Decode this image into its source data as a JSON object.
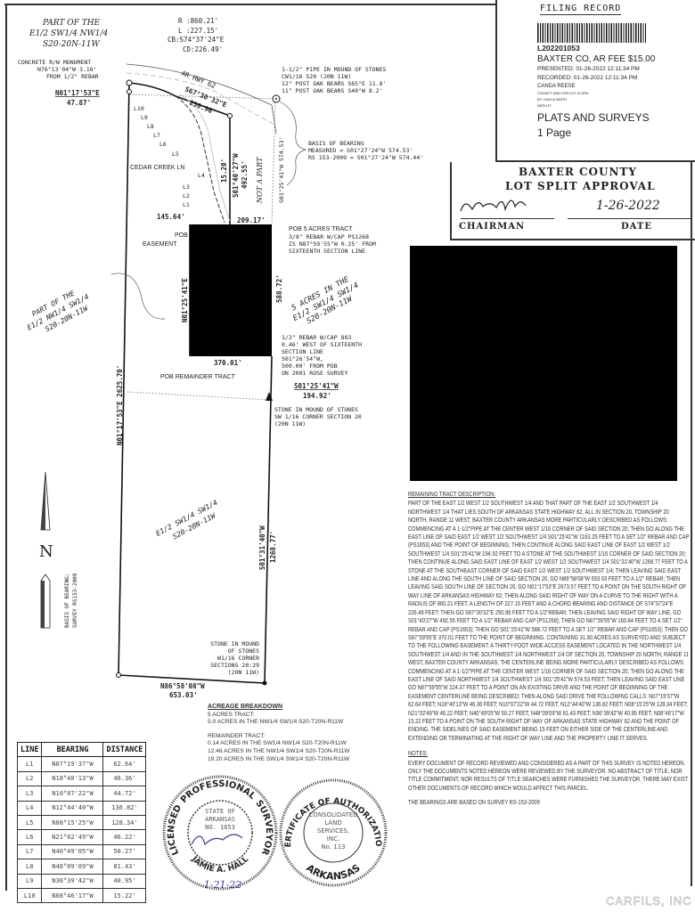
{
  "filing_record": {
    "title": "FILING RECORD",
    "doc_number": "L202201053",
    "fee": "BAXTER CO, AR FEE $15.00",
    "presented": "PRESENTED: 01-26-2022 12:11:34 PM",
    "recorded": "RECORDED: 01-26-2022 12:11:34 PM",
    "clerk": "CANDA REESE",
    "clerk_title": "COUNTY AND CIRCUIT CLERK",
    "by": "BY: KAYLA SMITH",
    "deputy": "DEPUTY",
    "type": "PLATS AND SURVEYS",
    "pages": "1 Page"
  },
  "approval": {
    "line1": "BAXTER COUNTY",
    "line2": "LOT SPLIT APPROVAL",
    "signed_date": "1-26-2022",
    "chairman_label": "CHAIRMAN",
    "date_label": "DATE"
  },
  "plat": {
    "part_of_nw": [
      "PART OF THE",
      "E1/2 SW1/4 NW1/4",
      "S20-20N-11W"
    ],
    "curve": [
      "R :860.21'",
      "L :227.15'",
      "CB:S74°37'24\"E",
      "CD:226.49'"
    ],
    "monument": [
      "CONCRETE R/W MONUMENT",
      "N76°13'04\"W 3.16'",
      "FROM 1/2\" REBAR"
    ],
    "north_bearing": "N01°17'53\"E",
    "north_dist": "47.87'",
    "hwy": "AR HWY 62",
    "hwy_bearing": "S67°30'32\"E",
    "hwy_dist": "250.96'",
    "line_labels": [
      "L10",
      "L9",
      "L8",
      "L7",
      "L6",
      "L5",
      "L4",
      "L3",
      "L2",
      "L1"
    ],
    "cedar": "CEDAR CREEK LN",
    "easement_dist": "15.20'",
    "east_bearing": "S01°40'27\"W",
    "east_dist": "492.55'",
    "not_part": "NOT A PART",
    "pipe": [
      "1-1/2\" PIPE IN MOUND OF STONES",
      "CW1/16 S20 (20N 11W)",
      "12\" POST OAK BEARS S65°E 11.8'",
      "11\" POST OAK BEARS S40°W 8.2'"
    ],
    "s01_574": "S01°25'41\"W 574.53'",
    "basis": [
      "BASIS OF BEARING",
      "MEASURED = S01°27'24\"W 574.53'",
      "RS 153-2009 = S01°27'24\"W 574.44'"
    ],
    "d145": "145.64'",
    "d209": "209.17'",
    "pob5": [
      "POB 5 ACRES TRACT",
      "3/8\" REBAR W/CAP PS1268",
      "IS N87°59'55\"W 0.25' FROM",
      "SIXTEENTH SECTION LINE"
    ],
    "pob_easement": [
      "POB",
      "EASEMENT"
    ],
    "tract_west": "N01°25'41\"E",
    "tract_east": "588.72'",
    "five_acres": [
      "5 ACRES IN THE",
      "E1/2 SW1/4 SW1/4",
      "S20-20N-11W"
    ],
    "rebar883": [
      "1/2\" REBAR W/CAP 883",
      "0.46' WEST OF SIXTEENTH",
      "SECTION LINE",
      "S01°26'54\"W,",
      "500.00' FROM POB",
      "ON 2001 ROSE SURVEY"
    ],
    "d370": "370.01'",
    "pob_remainder": "POB REMAINDER TRACT",
    "s01_194_bearing": "S01°25'41\"W",
    "s01_194_dist": "194.92'",
    "stone_sw": [
      "STONE IN MOUND OF STONES",
      "SW 1/16 CORNER SECTION 20",
      "(20N 11W)"
    ],
    "part_of_nw2": [
      "PART OF THE",
      "E1/2 NW1/4 SW1/4",
      "S20-20N-11W"
    ],
    "west_line": "N01°17'53\"E 2625.70'",
    "e12_sw": [
      "E1/2 SW1/4 SW1/4",
      "S20-20N-11W"
    ],
    "s01_31_bearing": "S01°31'40\"W",
    "s01_31_dist": "1268.77'",
    "stone_w": [
      "STONE IN MOUND",
      "OF STONES",
      "W1/16 CORNER",
      "SECTIONS 20:29",
      "(20N 11W)"
    ],
    "south_bearing": "N86°58'08\"W",
    "south_dist": "653.03'",
    "north_arrow": "N",
    "basis_arrow": [
      "BASIS OF BEARING:",
      "SURVEY RS153-2009"
    ]
  },
  "line_table": {
    "headers": [
      "LINE",
      "BEARING",
      "DISTANCE"
    ],
    "rows": [
      [
        "L1",
        "N07°19'37\"W",
        "62.64'"
      ],
      [
        "L2",
        "N18°40'13\"W",
        "46.36'"
      ],
      [
        "L3",
        "N10°07'22\"W",
        "44.72'"
      ],
      [
        "L4",
        "N12°44'40\"W",
        "136.82'"
      ],
      [
        "L5",
        "N08°15'25\"W",
        "128.34'"
      ],
      [
        "L6",
        "N21°02'49\"W",
        "46.22'"
      ],
      [
        "L7",
        "N40°49'05\"W",
        "50.27'"
      ],
      [
        "L8",
        "N48°09'09\"W",
        "81.43'"
      ],
      [
        "L9",
        "N36°39'42\"W",
        "40.95'"
      ],
      [
        "L10",
        "N08°46'17\"W",
        "15.22'"
      ]
    ]
  },
  "acreage": {
    "title": "ACREAGE BREAKDOWN",
    "five_label": "5 ACRES TRACT:",
    "five_lines": [
      "5.0 ACRES IN THE NW1/4 SW1/4 S20-T20N-R11W"
    ],
    "rem_label": "REMAINDER TRACT:",
    "rem_lines": [
      "0.14 ACRES IN THE SW1/4 NW1/4 S20-T20N-R11W",
      "12.46 ACRES IN THE NW1/4 SW1/4 S20-T20N-R11W",
      "19.20 ACRES IN THE SW1/4 SW1/4 S20-T20N-R11W"
    ]
  },
  "seals": {
    "surveyor_ring_top": "PROFESSIONAL",
    "surveyor_ring_left": "LICENSED",
    "surveyor_ring_right": "SURVEYOR",
    "surveyor_inner": [
      "STATE OF",
      "ARKANSAS",
      "NO. 1653"
    ],
    "surveyor_name": "JAMIE A. HALL",
    "surveyor_date": "1-21-22",
    "auth_ring_top": "CERTIFICATE OF AUTHORIZATION",
    "auth_ring_bottom": "ARKANSAS",
    "auth_inner": [
      "CONSOLIDATED",
      "LAND",
      "SERVICES,",
      "INC.",
      "No. 113"
    ]
  },
  "description": {
    "title": "REMAINING TRACT DESCRIPTION:",
    "text": "PART OF THE EAST 1/2 WEST 1/2 SOUTHWEST 1/4 AND THAT PART OF THE EAST 1/2 SOUTHWEST 1/4 NORTHWEST 1/4 THAT LIES SOUTH OF ARKANSAS STATE HIGHWAY 62, ALL IN SECTION 20, TOWNSHIP 20 NORTH, RANGE 11 WEST, BAXTER COUNTY ARKANSAS MORE PARTICULARLY DESCRIBED AS FOLLOWS: COMMENCING AT A 1-1/2\"PIPE AT THE CENTER WEST 1/16 CORNER OF SAID SECTION 20; THEN GO ALONG THE EAST LINE OF SAID EAST 1/2 WEST 1/2 SOUTHWEST 1/4 S01°25'41\"W 1163.25 FEET TO A SET 1/2\" REBAR AND CAP (PS1653) AND THE POINT OF BEGINNING; THEN CONTINUE ALONG SAID EAST LINE OF EAST 1/2 WEST 1/2 SOUTHWEST 1/4 S01°25'41\"W 194.92 FEET TO A STONE AT THE SOUTHWEST 1/16 CORNER OF SAID SECTION 20; THEN CONTINUE ALONG SAID EAST LINE OF EAST 1/2 WEST 1/2 SOUTHWEST 1/4 S01°31'40\"W 1268.77 FEET TO A STONE AT THE SOUTHEAST CORNER OF SAID EAST 1/2 WEST 1/2 SOUTHWEST 1/4; THEN LEAVING SAID EAST LINE AND ALONG THE SOUTH LINE OF SAID SECTION 20, GO N86°58'08\"W 653.03 FEET TO A 1/2\" REBAR; THEN LEAVING SAID SOUTH LINE OF SECTION 20, GO N01°17'53\"E 2673.57 FEET TO A POINT ON THE SOUTH RIGHT OF WAY LINE OF ARKANSAS HIGHWAY 62; THEN ALONG SAID RIGHT OF WAY ON A CURVE TO THE RIGHT WITH A RADIUS OF 860.21 FEET, A LENGTH OF 227.15 FEET AND A CHORD BEARING AND DISTANCE OF S74°37'24\"E 226.49 FEET; THEN GO S67°30'32\"E 250.96 FEET TO A 1/2\"REBAR; THEN LEAVING SAID RIGHT OF WAY LINE, GO S01°40'27\"W 492.55 FEET TO A 1/2\" REBAR AND CAP (PS1268); THEN GO N87°59'55\"W 160.84 FEET TO A SET 1/2\" REBAR AND CAP (PS1653); THEN GO S01°25'41\"W 588.72 FEET TO A SET 1/2\" REBAR AND CAP (PS1653); THEN GO S87°59'55\"E 370.01 FEET TO THE POINT OF BEGINNING. CONTAINING 31.80 ACRES AS SURVEYED AND SUBJECT TO THE FOLLOWING EASEMENT: A THIRTY-FOOT WIDE ACCESS EASEMENT LOCATED IN THE NORTHWEST 1/4 SOUTHWEST 1/4 AND IN THE SOUTHWEST 1/4 NORTHWEST 1/4 OF SECTION 20, TOWNSHIP 20 NORTH, RANGE 11 WEST, BAXTER COUNTY ARKANSAS, THE CENTERLINE BEING MORE PARTICULARLY DESCRIBED AS FOLLOWS: COMMENCING AT A 1-1/2\"PIPE AT THE CENTER WEST 1/16 CORNER OF SAID SECTION 20; THEN GO ALONG THE EAST LINE OF SAID NORTHWEST 1/4 SOUTHWEST 1/4 S01°25'41\"W 574.53 FEET; THEN LEAVING SAID EAST LINE GO N87°59'55\"W 224.37 FEET TO A POINT ON AN EXISTING DRIVE AND THE POINT OF BEGINNING OF THE EASEMENT CENTERLINE BEING DESCRIBED; THEN ALONG SAID DRIVE THE FOLLOWING CALLS: N07°19'37\"W 62.64 FEET; N18°40'13\"W 46.36 FEET; N10°07'22\"W 44.72 FEET; N12°44'40\"W 136.82 FEET; N08°15'25\"W 128.34 FEET; N21°02'49\"W 46.22 FEET; N40°49'05\"W 50.27 FEET; N48°09'09\"W 81.43 FEET; N36°39'42\"W 40.95 FEET; N08°46'17\"W 15.22 FEET TO A POINT ON THE SOUTH RIGHT OF WAY OF ARKANSAS STATE HIGHWAY 62 AND THE POINT OF ENDING. THE SIDELINES OF SAID EASEMENT BEING 15 FEET ON EITHER SIDE OF THE CENTERLINE AND EXTENDING OR TERMINATING AT THE RIGHT OF WAY LINE AND THE PROPERTY LINE IT SERVES.",
    "notes_title": "NOTES:",
    "notes_text": "EVERY DOCUMENT OF RECORD REVIEWED AND CONSIDERED AS A PART OF THIS SURVEY IS NOTED HEREON. ONLY THE DOCUMENTS NOTED HEREON WERE REVIEWED BY THE SURVEYOR. NO ABSTRACT OF TITLE, NOR TITLE COMMITMENT, NOR RESULTS OF TITLE SEARCHES WERE FURNISHED THE SURVEYOR. THERE MAY EXIST OTHER DOCUMENTS OF RECORD WHICH WOULD AFFECT THIS PARCEL.",
    "bearings_note": "THE BEARINGS ARE BASED ON SURVEY RS-153-2009"
  },
  "watermark": "CARFILS, INC"
}
